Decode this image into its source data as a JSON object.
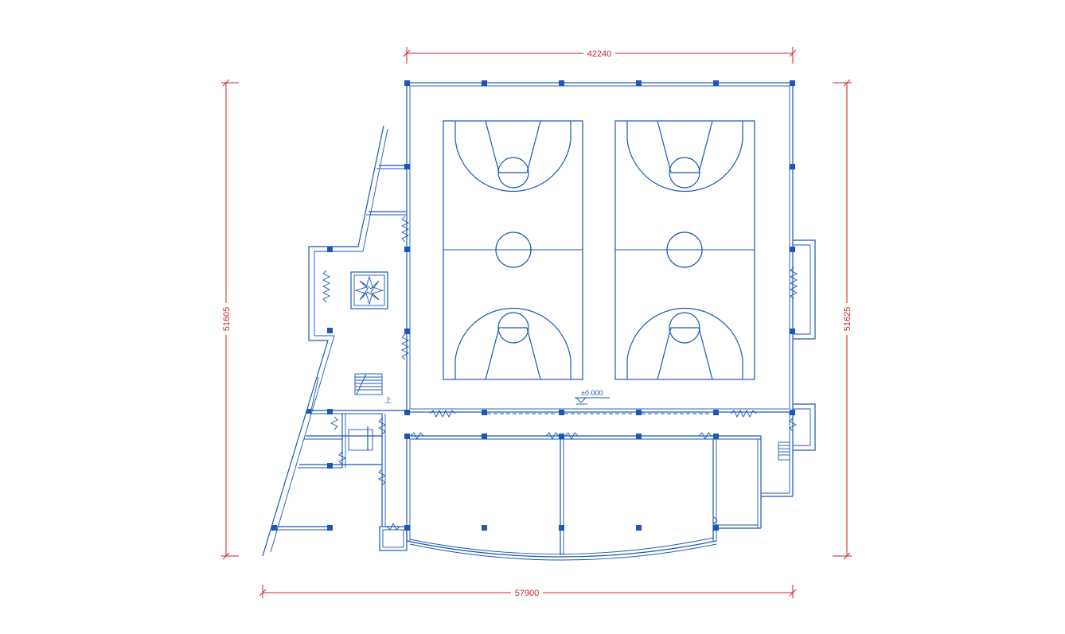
{
  "dimensions": {
    "top_width": "42240",
    "bottom_width": "57900",
    "left_height": "51605",
    "right_height": "51625"
  },
  "level_mark": "±0.000",
  "stair_label": "上",
  "colors": {
    "wall": "#1a57b8",
    "dimension": "#d2232a",
    "background": "#ffffff"
  }
}
